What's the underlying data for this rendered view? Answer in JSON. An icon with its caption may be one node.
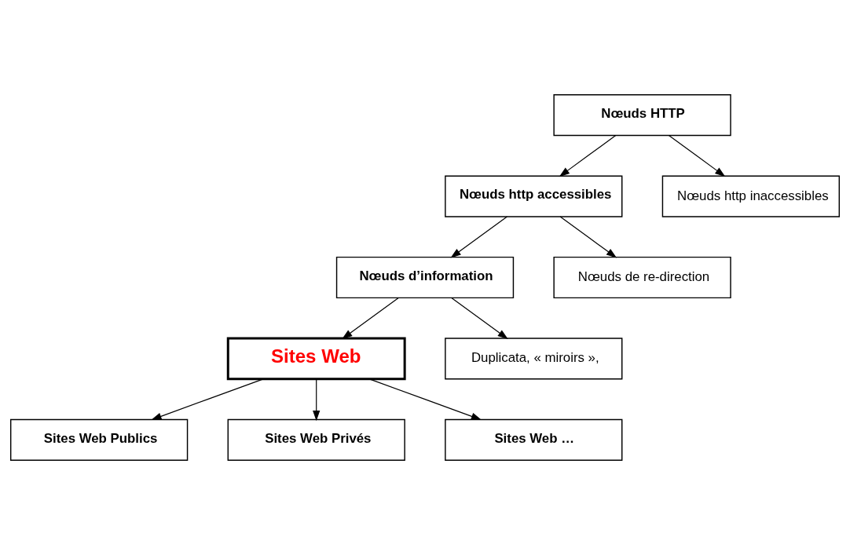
{
  "diagram": {
    "nodes": [
      {
        "text": [
          "Nœuds HTTP"
        ]
      },
      {
        "text": [
          "Nœuds http accessibles"
        ]
      },
      {
        "text": [
          "Nœuds http inaccessibles"
        ]
      },
      {
        "text": [
          "Nœuds d’information"
        ]
      },
      {
        "text": [
          "Nœuds de re-direction"
        ]
      },
      {
        "text": [
          "Sites Web"
        ]
      },
      {
        "text": [
          "Duplicata, « miroirs »,"
        ]
      },
      {
        "text": [
          "Sites Web Publics"
        ]
      },
      {
        "text": [
          "Sites Web Privés"
        ]
      },
      {
        "text": [
          "Sites Web …"
        ]
      }
    ],
    "edges": [
      {
        "from": 0,
        "to": 1,
        "arrow": "to"
      },
      {
        "from": 0,
        "to": 2,
        "arrow": "to"
      },
      {
        "from": 1,
        "to": 3,
        "arrow": "to"
      },
      {
        "from": 1,
        "to": 4,
        "arrow": "to"
      },
      {
        "from": 3,
        "to": 5,
        "arrow": "to"
      },
      {
        "from": 3,
        "to": 6,
        "arrow": "to"
      },
      {
        "from": 5,
        "to": 7,
        "arrow": "to"
      },
      {
        "from": 5,
        "to": 8,
        "arrow": "to"
      },
      {
        "from": 5,
        "to": 9,
        "arrow": "to"
      }
    ]
  }
}
